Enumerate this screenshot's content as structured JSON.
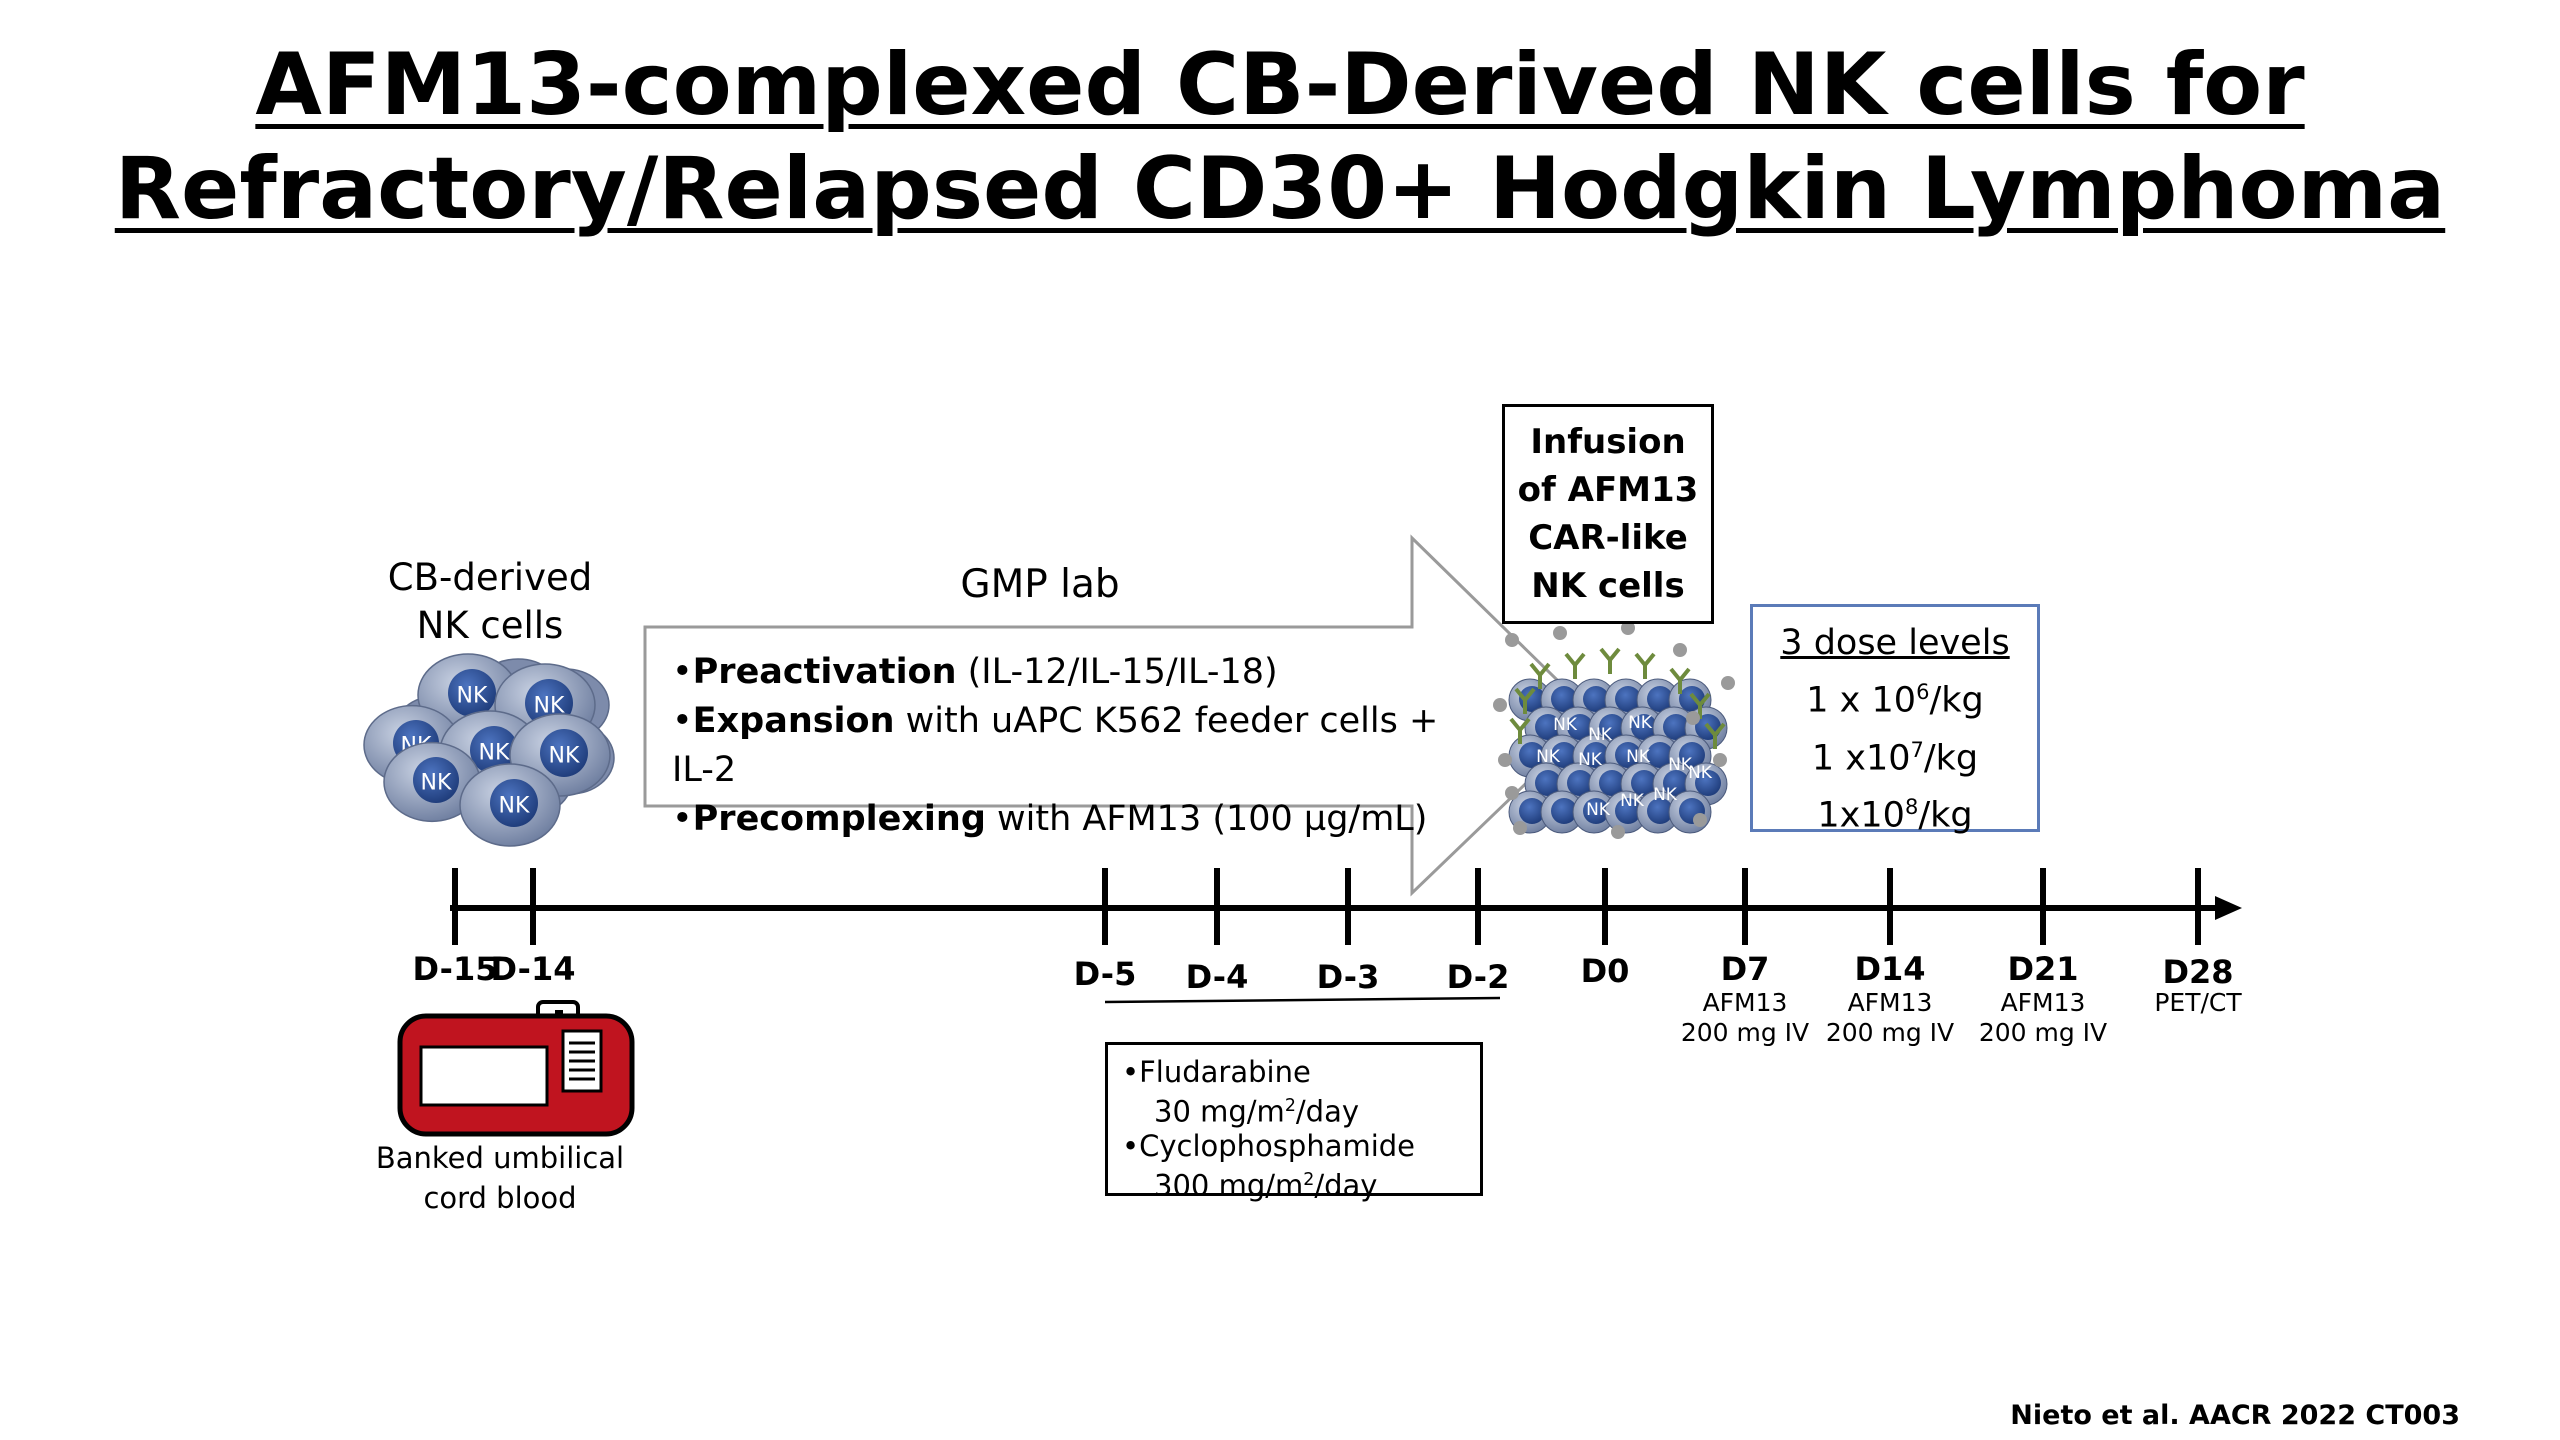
{
  "title": {
    "line1": "AFM13-complexed CB-Derived NK cells for",
    "line2": "Refractory/Relapsed CD30+ Hodgkin Lymphoma"
  },
  "cb_cells": {
    "line1": "CB-derived",
    "line2": "NK cells",
    "nk_label": "NK"
  },
  "gmp": {
    "label": "GMP lab",
    "items": [
      {
        "bold": "Preactivation",
        "rest": " (IL-12/IL-15/IL-18)"
      },
      {
        "bold": "Expansion",
        "rest": " with uAPC K562 feeder cells + IL-2"
      },
      {
        "bold": "Precomplexing",
        "rest": " with AFM13 (100 µg/mL)"
      }
    ],
    "bullet": "•"
  },
  "infusion": {
    "lines": [
      "Infusion",
      "of AFM13",
      "CAR-like",
      "NK cells"
    ]
  },
  "dose": {
    "title": "3 dose levels",
    "levels": [
      {
        "base": "1 x 10",
        "exp": "6",
        "unit": "/kg"
      },
      {
        "base": "1 x10",
        "exp": "7",
        "unit": "/kg"
      },
      {
        "base": "1x10",
        "exp": "8",
        "unit": "/kg"
      }
    ]
  },
  "timeline": {
    "ticks": [
      {
        "label": "D-15",
        "sub1": "",
        "sub2": ""
      },
      {
        "label": "D-14",
        "sub1": "",
        "sub2": ""
      },
      {
        "label": "D-5",
        "sub1": "",
        "sub2": ""
      },
      {
        "label": "D-4",
        "sub1": "",
        "sub2": ""
      },
      {
        "label": "D-3",
        "sub1": "",
        "sub2": ""
      },
      {
        "label": "D-2",
        "sub1": "",
        "sub2": ""
      },
      {
        "label": "D0",
        "sub1": "",
        "sub2": ""
      },
      {
        "label": "D7",
        "sub1": "AFM13",
        "sub2": "200 mg IV"
      },
      {
        "label": "D14",
        "sub1": "AFM13",
        "sub2": "200 mg IV"
      },
      {
        "label": "D21",
        "sub1": "AFM13",
        "sub2": "200 mg IV"
      },
      {
        "label": "D28",
        "sub1": "PET/CT",
        "sub2": ""
      }
    ]
  },
  "conditioning": {
    "bullet": "•",
    "drug1": "Fludarabine",
    "dose1_pre": "30 mg/m",
    "dose1_sup": "2",
    "dose1_post": "/day",
    "drug2": "Cyclophosphamide",
    "dose2_pre": "300 mg/m",
    "dose2_sup": "2",
    "dose2_post": "/day"
  },
  "cord_blood": {
    "line1": "Banked umbilical",
    "line2": "cord blood"
  },
  "citation": "Nieto et al. AACR 2022 CT003",
  "colors": {
    "nk_outer": "#8b9ab8",
    "nk_inner": "#2e4f93",
    "antibody": "#6e8b3d",
    "bag_red": "#c0141f",
    "dose_border": "#5b7bb8"
  }
}
